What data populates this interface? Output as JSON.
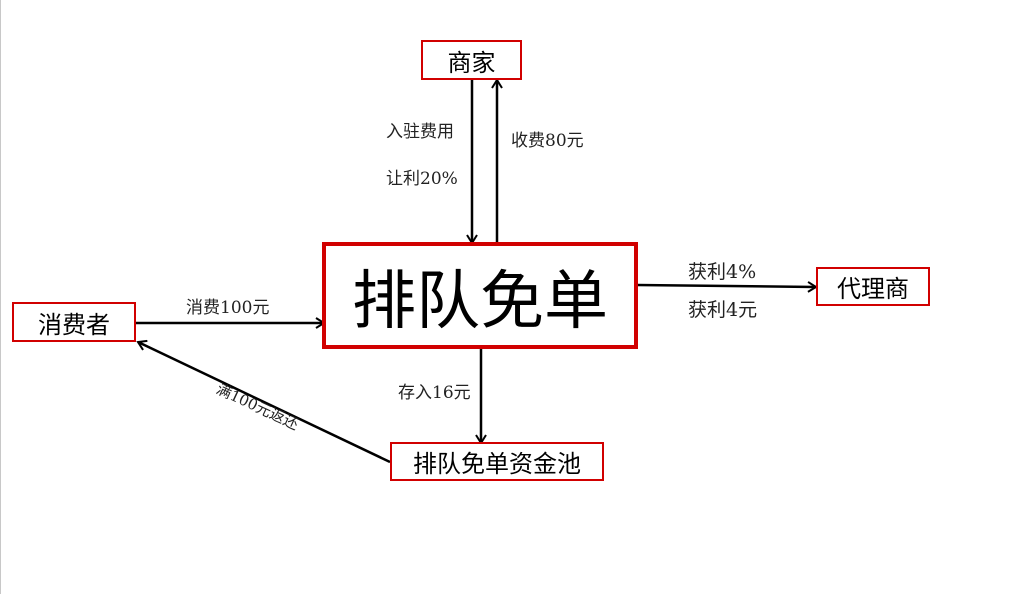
{
  "diagram": {
    "nodes": {
      "merchant": "商家",
      "main": "排队免单",
      "consumer": "消费者",
      "agent": "代理商",
      "pool": "排队免单资金池"
    },
    "labels": {
      "entry_fee": "入驻费用",
      "concession": "让利20%",
      "charge": "收费80元",
      "profit_percent": "获利4%",
      "profit_amount": "获利4元",
      "consume": "消费100元",
      "deposit": "存入16元",
      "refund": "满100元返还"
    },
    "colors": {
      "node_border": "#d10000",
      "arrow": "#000000"
    }
  }
}
